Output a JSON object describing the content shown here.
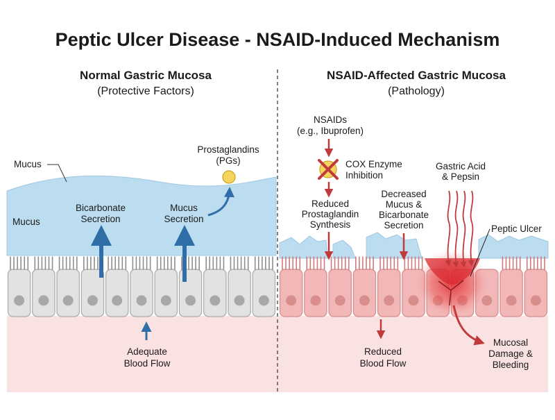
{
  "title": "Peptic Ulcer Disease - NSAID-Induced Mechanism",
  "left_panel": {
    "heading": "Normal Gastric Mucosa",
    "subheading": "(Protective Factors)",
    "labels": {
      "mucus_top": "Mucus",
      "mucus_side": "Mucus",
      "prostaglandins_1": "Prostaglandins",
      "prostaglandins_2": "(PGs)",
      "bicarb_1": "Bicarbonate",
      "bicarb_2": "Secretion",
      "mucus_sec_1": "Mucus",
      "mucus_sec_2": "Secretion",
      "blood_1": "Adequate",
      "blood_2": "Blood Flow"
    }
  },
  "right_panel": {
    "heading": "NSAID-Affected Gastric Mucosa",
    "subheading": "(Pathology)",
    "labels": {
      "nsaids_1": "NSAIDs",
      "nsaids_2": "(e.g., Ibuprofen)",
      "cox_1": "COX Enzyme",
      "cox_2": "Inhibition",
      "reduced_pg_1": "Reduced",
      "reduced_pg_2": "Prostaglandin",
      "reduced_pg_3": "Synthesis",
      "decreased_1": "Decreased",
      "decreased_2": "Mucus &",
      "decreased_3": "Bicarbonate",
      "decreased_4": "Secretion",
      "acid_1": "Gastric Acid",
      "acid_2": "& Pepsin",
      "ulcer": "Peptic Ulcer",
      "blood_1": "Reduced",
      "blood_2": "Blood Flow",
      "damage_1": "Mucosal",
      "damage_2": "Damage &",
      "damage_3": "Bleeding"
    }
  },
  "colors": {
    "mucus_blue": "#bcdcef",
    "normal_cell": "#e2e2e2",
    "affected_cell": "#f2b8b8",
    "blood_tissue": "#fbe2e2",
    "arrow_blue": "#2f6ea8",
    "arrow_red": "#c0393b",
    "prostaglandin_yellow": "#f6d55c"
  }
}
